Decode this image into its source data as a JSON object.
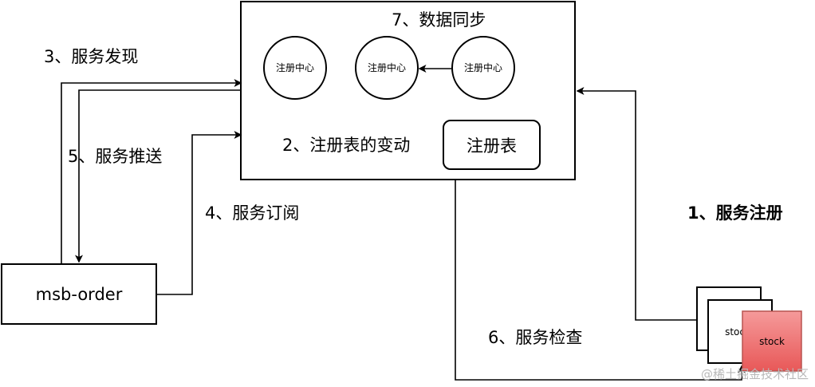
{
  "labels": {
    "sync": "7、数据同步",
    "discovery": "3、服务发现",
    "push": "5、服务推送",
    "change": "2、注册表的变动",
    "subscribe": "4、服务订阅",
    "register": "1、服务注册",
    "check": "6、服务检查"
  },
  "nodes": {
    "registry_center_1": "注册中心",
    "registry_center_2": "注册中心",
    "registry_center_3": "注册中心",
    "registry_table": "注册表",
    "order_service": "msb-order",
    "stock_back": "stock",
    "stock_front": "stock"
  },
  "colors": {
    "stock_fill": "#f26d6d",
    "stock_stroke": "#b85450"
  },
  "watermark": "@稀土掘金技术社区"
}
